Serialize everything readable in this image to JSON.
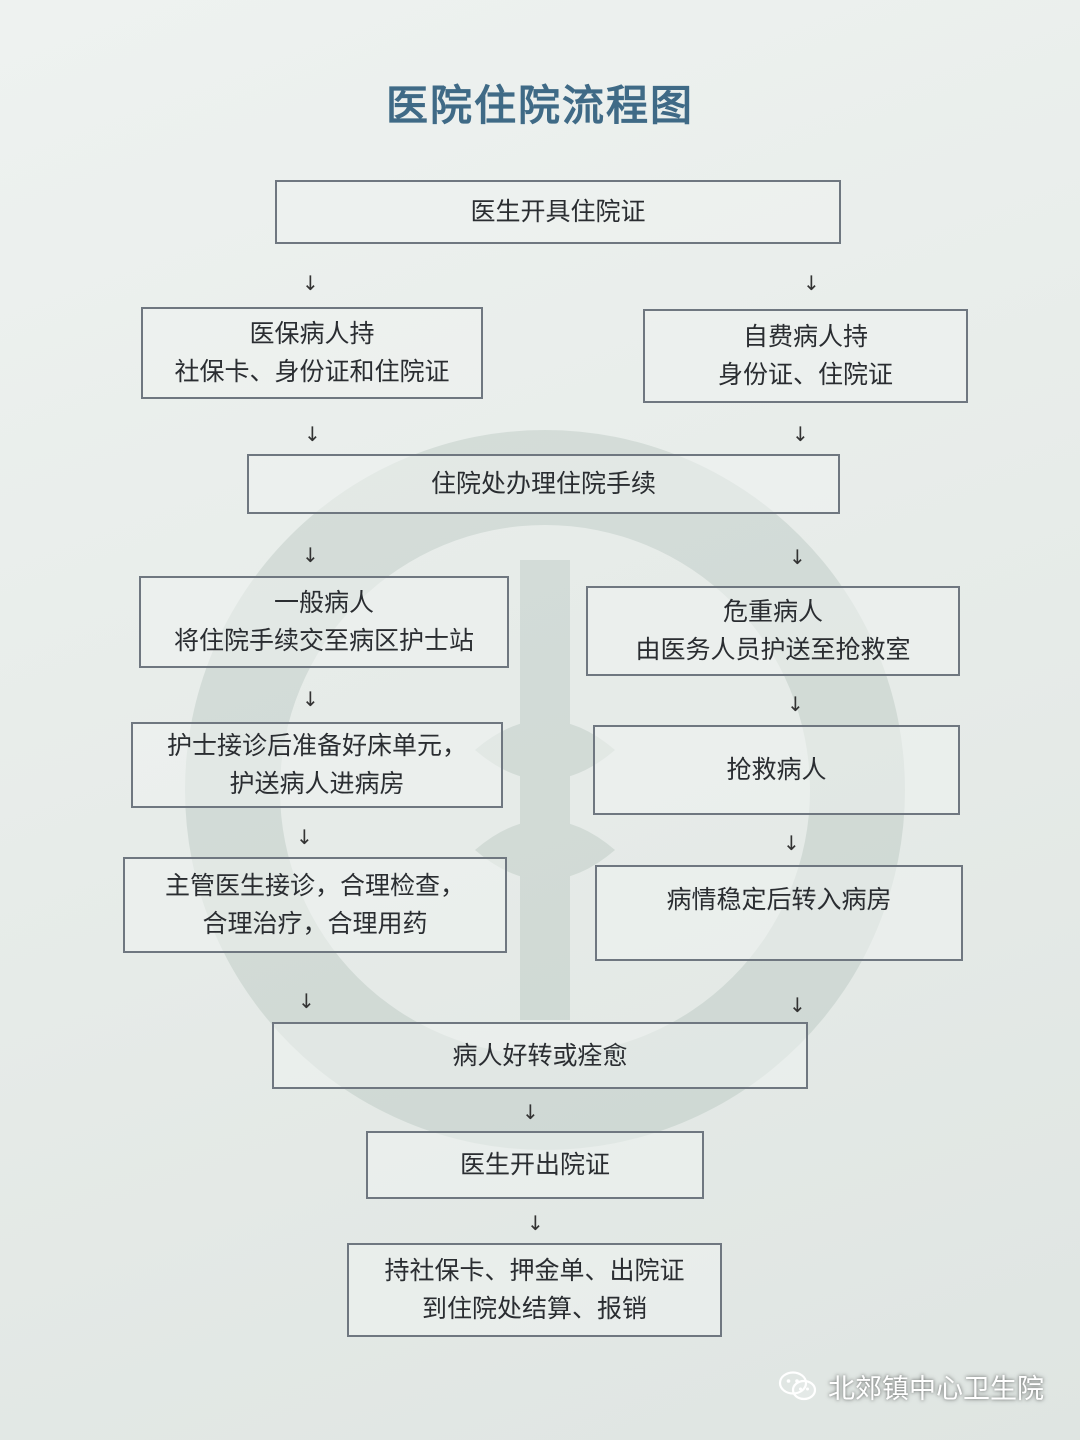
{
  "title": "医院住院流程图",
  "steps": {
    "issue_admission_cert": [
      "医生开具住院证"
    ],
    "insured_patient": [
      "医保病人持",
      "社保卡、身份证和住院证"
    ],
    "self_pay_patient": [
      "自费病人持",
      "身份证、住院证"
    ],
    "admission_procedures": [
      "住院处办理住院手续"
    ],
    "general_patient": [
      "一般病人",
      "将住院手续交至病区护士站"
    ],
    "critical_patient": [
      "危重病人",
      "由医务人员护送至抢救室"
    ],
    "nurse_reception": [
      "护士接诊后准备好床单元，",
      "护送病人进病房"
    ],
    "rescue_patient": [
      "抢救病人"
    ],
    "attending_doctor": [
      "主管医生接诊，合理检查，",
      "合理治疗，合理用药"
    ],
    "transfer_ward": [
      "病情稳定后转入病房"
    ],
    "recovery": [
      "病人好转或痊愈"
    ],
    "discharge_cert": [
      "医生开出院证"
    ],
    "settlement": [
      "持社保卡、押金单、出院证",
      "到住院处结算、报销"
    ]
  },
  "arrow_glyph": "↓",
  "footer": {
    "account_name": "北郊镇中心卫生院",
    "icon": "wechat-icon"
  }
}
